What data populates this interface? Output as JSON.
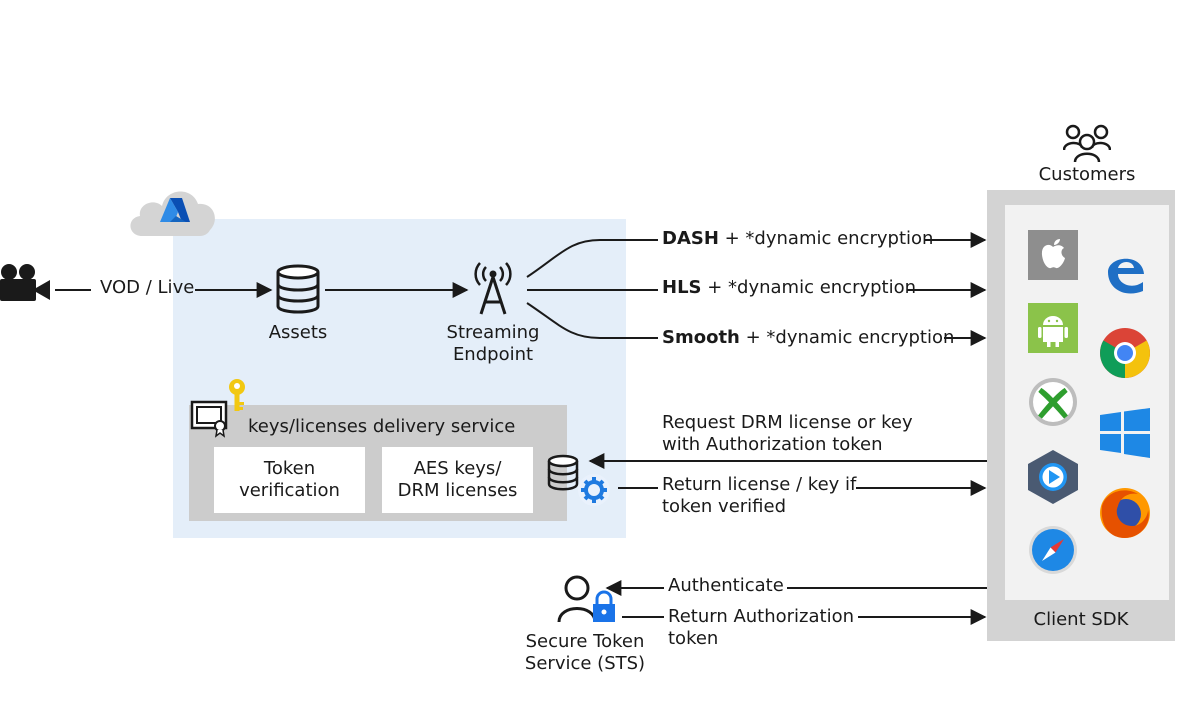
{
  "source": {
    "label": "VOD / Live",
    "icon": "video-camera-icon"
  },
  "cloud": {
    "icon": "azure-cloud-icon"
  },
  "assets": {
    "label": "Assets",
    "icon": "database-icon"
  },
  "streaming": {
    "label_line1": "Streaming",
    "label_line2": "Endpoint",
    "icon": "antenna-icon"
  },
  "delivery": {
    "title": "keys/licenses delivery service",
    "token_line1": "Token",
    "token_line2": "verification",
    "keys_line1": "AES keys/",
    "keys_line2": "DRM licenses",
    "icons": [
      "certificate-icon",
      "key-icon",
      "database-gear-icon"
    ]
  },
  "protocols": [
    {
      "name": "DASH",
      "suffix": " + *dynamic encryption"
    },
    {
      "name": "HLS",
      "suffix": " + *dynamic encryption"
    },
    {
      "name": "Smooth",
      "suffix": " + *dynamic encryption"
    }
  ],
  "license_flow": {
    "request_line1": "Request DRM license or key",
    "request_line2": "with Authorization token",
    "return_line1": "Return license / key if",
    "return_line2": "token verified"
  },
  "customers": {
    "label": "Customers",
    "icon": "customers-icon"
  },
  "client": {
    "label": "Client SDK",
    "platforms": [
      "apple-icon",
      "edge-icon",
      "android-icon",
      "chrome-icon",
      "xbox-icon",
      "windows-icon",
      "media-player-icon",
      "firefox-icon",
      "safari-icon"
    ]
  },
  "sts": {
    "label_line1": "Secure Token",
    "label_line2": "Service (STS)",
    "authenticate": "Authenticate",
    "return_auth_line1": "Return Authorization",
    "return_auth_line2": "token"
  },
  "colors": {
    "azure_panel": "#e4eef9",
    "gray_panel": "#cccccc",
    "client_panel": "#d3d3d3",
    "arrow": "#1a1a1a",
    "azure_blue": "#1a73e8",
    "key_yellow": "#f2c811"
  }
}
